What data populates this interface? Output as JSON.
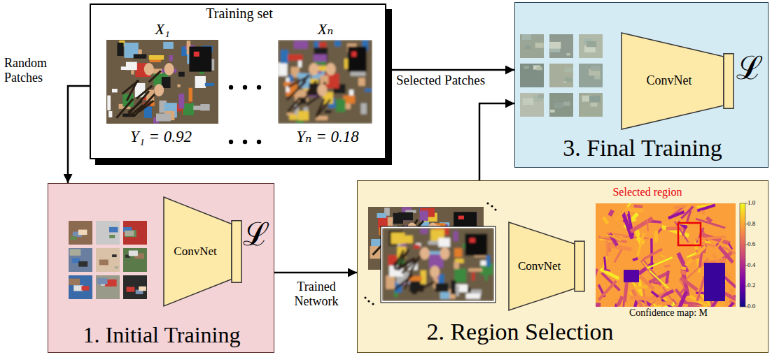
{
  "diagram": {
    "nodes": [
      {
        "text": [
          "Training set",
          "X₁",
          "Xₙ",
          "Y₁ = 0.92",
          "Yₙ = 0.18"
        ]
      },
      {
        "text": [
          "1. Initial Training"
        ]
      },
      {
        "text": [
          "ConvNet"
        ],
        "in": 1
      },
      {
        "text": [
          "2. Region Selection"
        ]
      },
      {
        "text": [
          "ConvNet"
        ],
        "in": 3
      },
      {
        "text": [
          "3. Final Training"
        ]
      },
      {
        "text": [
          "ConvNet"
        ],
        "in": 5
      }
    ],
    "edges": [
      {
        "from": 0,
        "to": 1,
        "label": "Random Patches",
        "arrow": "to"
      },
      {
        "from": 1,
        "to": 3,
        "label": "Trained Network",
        "arrow": "to"
      },
      {
        "from": 0,
        "to": 5,
        "label": "Selected Patches",
        "arrow": "to"
      },
      {
        "from": 3,
        "to": 5,
        "arrow": "to"
      }
    ],
    "labels": [
      "ℒ",
      "ℒ",
      "Selected region",
      "1.0",
      "0.8",
      "0.6",
      "0.4",
      "0.2",
      "0.0",
      "Confidence map: M"
    ]
  }
}
